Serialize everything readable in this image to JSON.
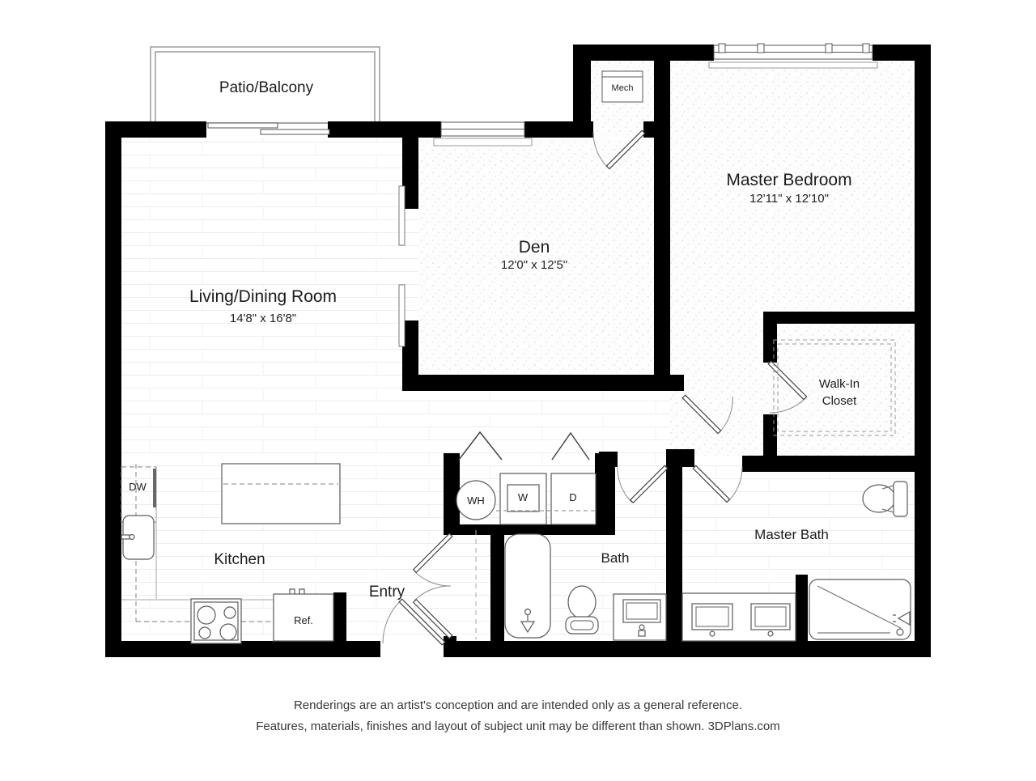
{
  "plan": {
    "rooms": {
      "patio": {
        "name": "Patio/Balcony"
      },
      "living": {
        "name": "Living/Dining Room",
        "dims": "14'8\" x 16'8\""
      },
      "den": {
        "name": "Den",
        "dims": "12'0\" x 12'5\""
      },
      "master_bedroom": {
        "name": "Master Bedroom",
        "dims": "12'11\" x 12'10\""
      },
      "kitchen": {
        "name": "Kitchen"
      },
      "entry": {
        "name": "Entry"
      },
      "bath": {
        "name": "Bath"
      },
      "master_bath": {
        "name": "Master Bath"
      },
      "walk_in_closet": {
        "name_line1": "Walk-In",
        "name_line2": "Closet"
      },
      "mech": {
        "name": "Mech"
      }
    },
    "appliances": {
      "dishwasher": "DW",
      "refrigerator": "Ref.",
      "water_heater": "WH",
      "washer": "W",
      "dryer": "D"
    },
    "colors": {
      "wall": "#000000",
      "fixture_line": "#4d4d4d",
      "floor_line": "#ededed",
      "carpet_dot": "#dcdcdc"
    }
  },
  "disclaimer": {
    "line1": "Renderings are an artist's conception and are intended only as a general reference.",
    "line2": "Features, materials, finishes and layout of subject unit may be different than shown. 3DPlans.com"
  }
}
